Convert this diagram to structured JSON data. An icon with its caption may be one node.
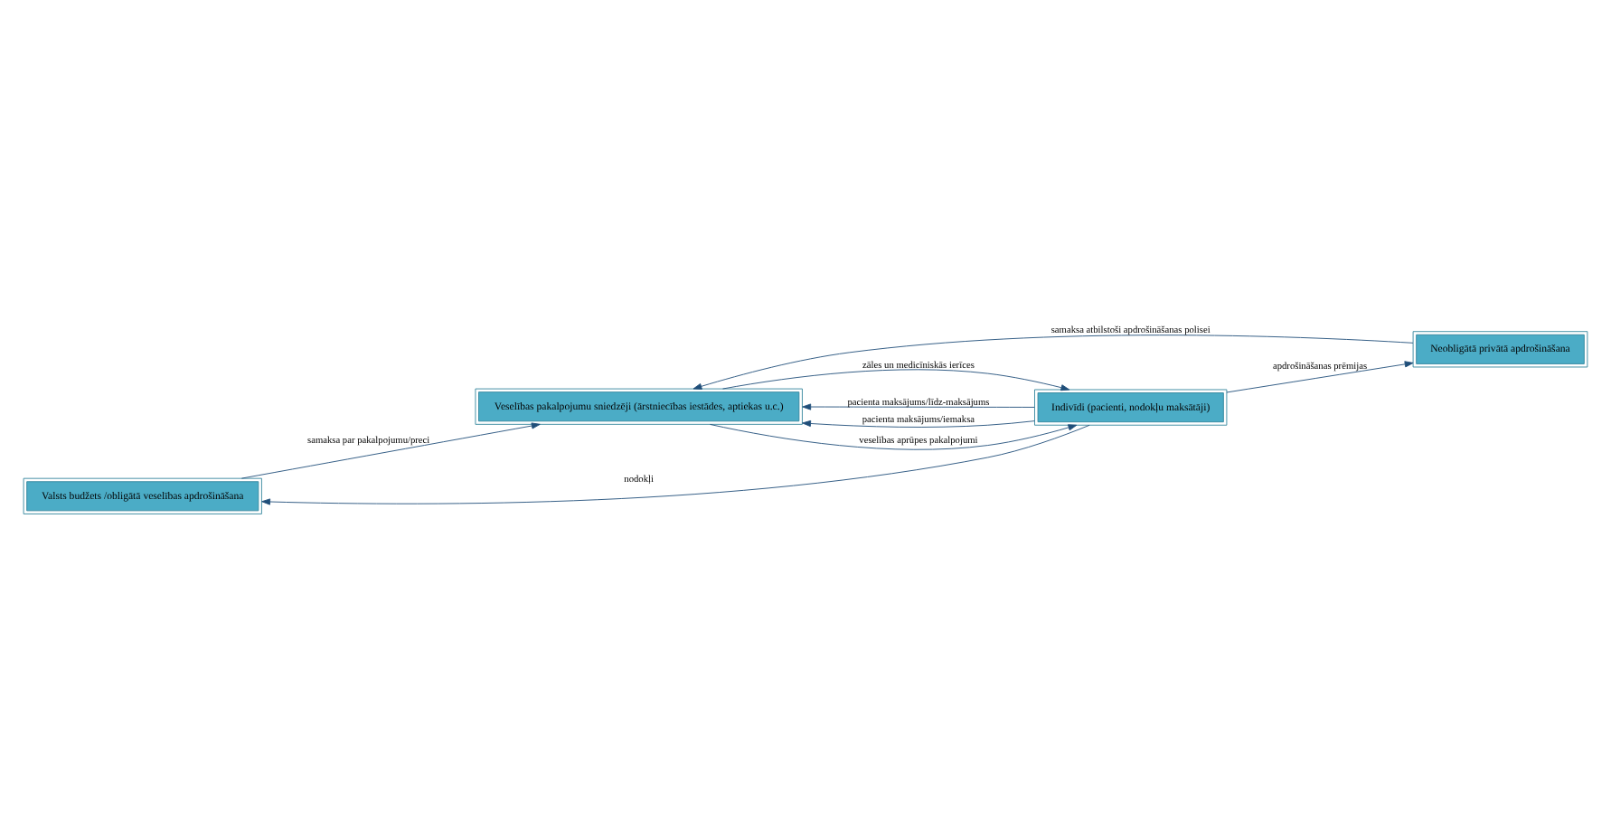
{
  "diagram": {
    "nodes": [
      {
        "text": [
          "Valsts budžets /obligātā veselības apdrošināšana"
        ]
      },
      {
        "text": [
          "Neobligātā privātā apdrošināšana"
        ]
      },
      {
        "text": [
          "Indivīdi (pacienti, nodokļu maksātāji)"
        ]
      },
      {
        "text": [
          "Veselības pakalpojumu sniedzēji (ārstniecības iestādes, aptiekas u.c.)"
        ]
      }
    ],
    "edges": [
      {
        "from": 2,
        "to": 0,
        "arrow": "to",
        "label": "nodokļi"
      },
      {
        "from": 2,
        "to": 1,
        "arrow": "to",
        "label": "apdrošināšanas prēmijas"
      },
      {
        "from": 0,
        "to": 3,
        "arrow": "to",
        "label": "samaksa par pakalpojumu/preci"
      },
      {
        "from": 1,
        "to": 3,
        "arrow": "to",
        "label": "samaksa atbilstoši apdrošināšanas polisei"
      },
      {
        "from": 3,
        "to": 2,
        "arrow": "to",
        "label": "zāles un medicīniskās ierīces"
      },
      {
        "from": 2,
        "to": 3,
        "arrow": "to",
        "label": "pacienta maksājums/līdz-maksājums"
      },
      {
        "from": 2,
        "to": 3,
        "arrow": "to",
        "label": "pacienta maksājums/iemaksa"
      },
      {
        "from": 3,
        "to": 2,
        "arrow": "to",
        "label": "veselības aprūpes pakalpojumi"
      }
    ]
  }
}
